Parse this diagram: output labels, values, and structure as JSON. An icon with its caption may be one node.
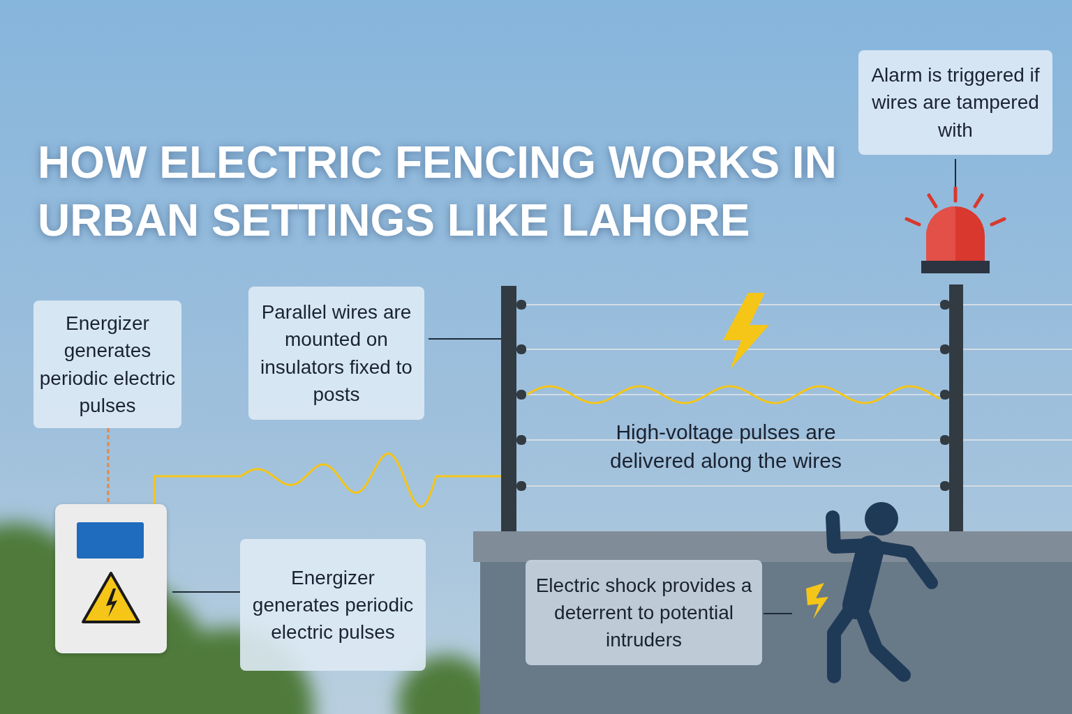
{
  "diagram": {
    "title": "HOW ELECTRIC FENCING WORKS IN URBAN SETTINGS LIKE LAHORE",
    "nodes": [
      {
        "text": [
          "Energizer generates periodic electric pulses"
        ]
      },
      {
        "text": [
          "Parallel wires are mounted on insulators fixed to posts"
        ]
      },
      {
        "text": [
          "Alarm is triggered if wires are tampered with"
        ]
      },
      {
        "text": [],
        "shape": "picture"
      },
      {
        "text": [
          "Energizer generates periodic electric pulses"
        ]
      },
      {
        "text": [],
        "shape": "bar"
      },
      {
        "text": [],
        "shape": "picture"
      },
      {
        "text": [
          "Electric shock provides a deterrent to potential intruders"
        ]
      },
      {
        "text": [],
        "shape": "person"
      }
    ],
    "edges": [
      {
        "from": 0,
        "to": 3,
        "arrow": "none",
        "style": "dashed",
        "color": "#e0884a"
      },
      {
        "from": 3,
        "to": 5,
        "arrow": "none",
        "color": "#f5c518"
      },
      {
        "from": 1,
        "to": 5,
        "arrow": "none"
      },
      {
        "from": 2,
        "to": 6,
        "arrow": "none"
      },
      {
        "from": 4,
        "to": 3,
        "arrow": "none"
      },
      {
        "from": 7,
        "to": 8,
        "arrow": "none"
      }
    ],
    "labels": [
      "High-voltage pulses are delivered along the wires"
    ]
  }
}
